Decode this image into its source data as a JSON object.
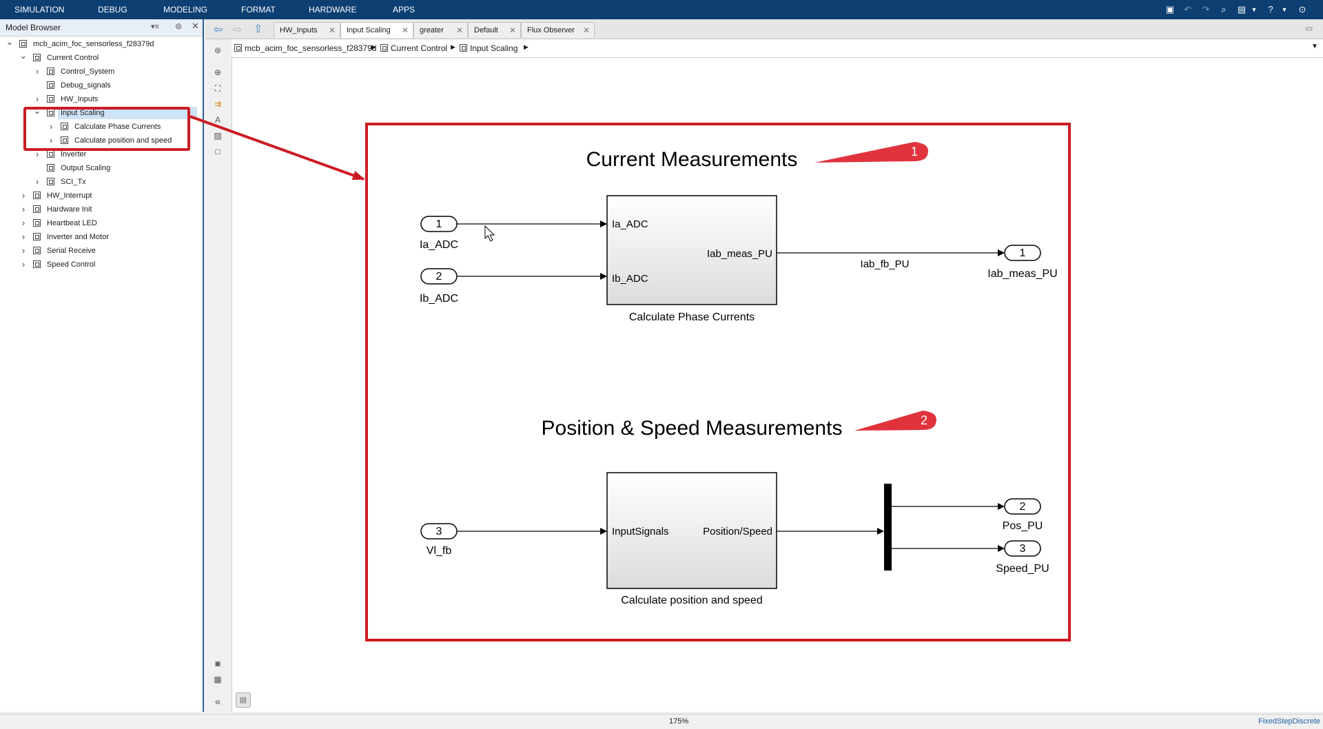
{
  "menu": [
    "SIMULATION",
    "DEBUG",
    "MODELING",
    "FORMAT",
    "HARDWARE",
    "APPS"
  ],
  "browser": {
    "title": "Model Browser",
    "items": [
      {
        "label": "mcb_acim_foc_sensorless_f28379d",
        "expanded": true
      },
      {
        "label": "Current Control",
        "expanded": true
      },
      {
        "label": "Control_System",
        "expanded": false
      },
      {
        "label": "Debug_signals"
      },
      {
        "label": "HW_Inputs",
        "expanded": false
      },
      {
        "label": "Input Scaling",
        "expanded": true,
        "selected": true
      },
      {
        "label": "Calculate Phase Currents",
        "expanded": false
      },
      {
        "label": "Calculate position and speed",
        "expanded": false
      },
      {
        "label": "Inverter",
        "expanded": false
      },
      {
        "label": "Output Scaling"
      },
      {
        "label": "SCI_Tx",
        "expanded": false
      },
      {
        "label": "HW_Interrupt",
        "expanded": false
      },
      {
        "label": "Hardware Init",
        "expanded": false
      },
      {
        "label": "Heartbeat LED",
        "expanded": false
      },
      {
        "label": "Inverter and Motor",
        "expanded": false
      },
      {
        "label": "Serial Receive",
        "expanded": false
      },
      {
        "label": "Speed Control",
        "expanded": false
      }
    ]
  },
  "tabs": [
    {
      "label": "HW_Inputs",
      "active": false
    },
    {
      "label": "Input Scaling",
      "active": true
    },
    {
      "label": "greater",
      "active": false
    },
    {
      "label": "Default",
      "active": false
    },
    {
      "label": "Flux Observer",
      "active": false
    }
  ],
  "breadcrumb": [
    "mcb_acim_foc_sensorless_f28379d",
    "Current Control",
    "Input Scaling"
  ],
  "diagram": {
    "area1": {
      "title": "Current Measurements",
      "callout": "1"
    },
    "area2": {
      "title": "Position & Speed Measurements",
      "callout": "2"
    },
    "inports": [
      {
        "num": "1",
        "name": "Ia_ADC"
      },
      {
        "num": "2",
        "name": "Ib_ADC"
      },
      {
        "num": "3",
        "name": "Vl_fb"
      }
    ],
    "outports": [
      {
        "num": "1",
        "name": "Iab_meas_PU"
      },
      {
        "num": "2",
        "name": "Pos_PU"
      },
      {
        "num": "3",
        "name": "Speed_PU"
      }
    ],
    "block1": {
      "name": "Calculate Phase Currents",
      "in1": "Ia_ADC",
      "in2": "Ib_ADC",
      "out": "Iab_meas_PU"
    },
    "block2": {
      "name": "Calculate position and speed",
      "in": "InputSignals",
      "out": "Position/Speed"
    },
    "signal_label": "Iab_fb_PU"
  },
  "status": {
    "zoom": "175%",
    "solver": "FixedStepDiscrete"
  },
  "colors": {
    "menubar": "#0d3f73",
    "highlight": "#cc1b24",
    "selected_row": "#cfe3f7"
  }
}
